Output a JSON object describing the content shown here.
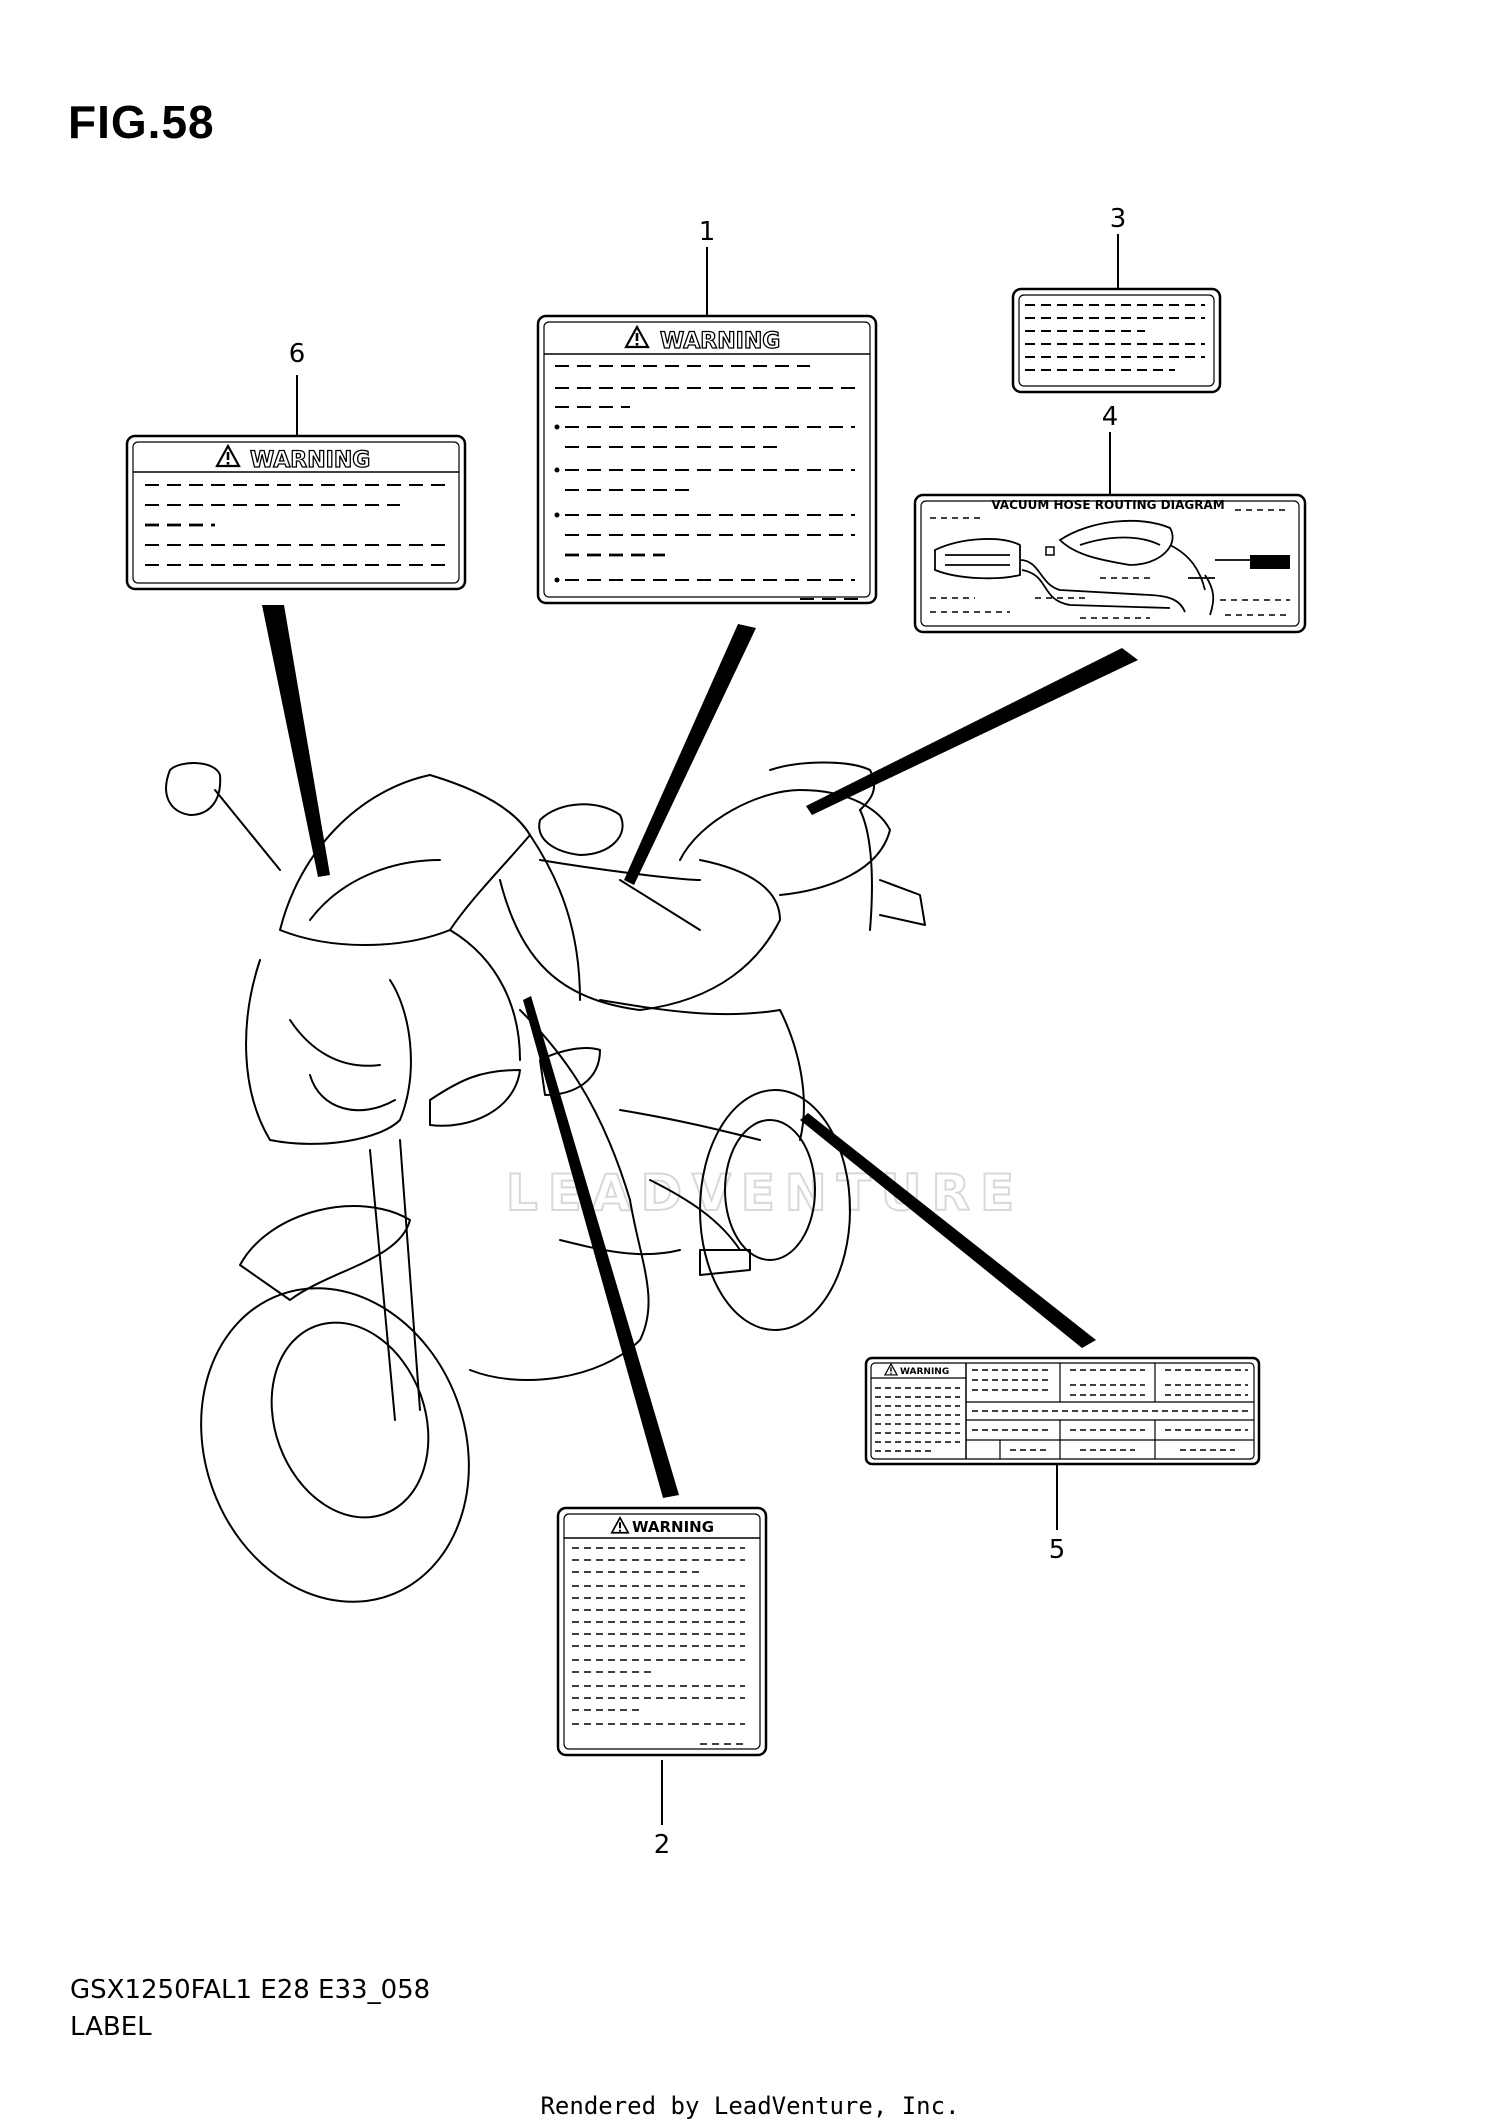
{
  "figure": {
    "title": "FIG.58",
    "model_code": "GSX1250FAL1 E28 E33_058",
    "section": "LABEL"
  },
  "callouts": [
    {
      "number": "1",
      "label_heading": "WARNING"
    },
    {
      "number": "2",
      "label_heading": "WARNING"
    },
    {
      "number": "3",
      "label_heading": ""
    },
    {
      "number": "4",
      "label_heading": "VACUUM HOSE ROUTING DIAGRAM"
    },
    {
      "number": "5",
      "label_heading": "WARNING"
    },
    {
      "number": "6",
      "label_heading": "WARNING"
    }
  ],
  "watermark": "LEADVENTURE",
  "footer": "Rendered by LeadVenture, Inc.",
  "icons": [
    "warning-triangle-icon",
    "motorcycle-outline"
  ]
}
